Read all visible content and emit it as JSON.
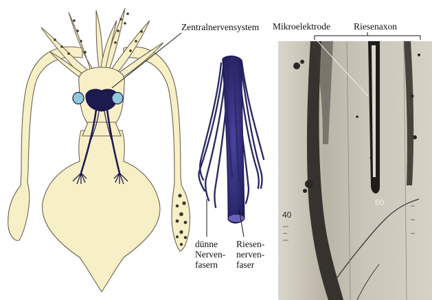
{
  "labels": {
    "cns": "Zentralnervensystem",
    "electrode": "Mikroelektrode",
    "axon": "Riesenaxon",
    "thin_fibers": [
      "dünne",
      "Nerven-",
      "fasern"
    ],
    "giant_fiber": [
      "Riesen-",
      "nerven-",
      "faser"
    ]
  },
  "scale_marks": {
    "left": "40",
    "right": "60"
  },
  "colors": {
    "squid_body": "#f7efc6",
    "squid_outline": "#6a6250",
    "nervous_system": "#1d1a4e",
    "eye": "#8fc9dc",
    "nerve_fiber": "#2c2a66",
    "giant_fiber": "#3b3480",
    "photo_bg": "#c7c3b6",
    "photo_dark": "#2a2724"
  }
}
